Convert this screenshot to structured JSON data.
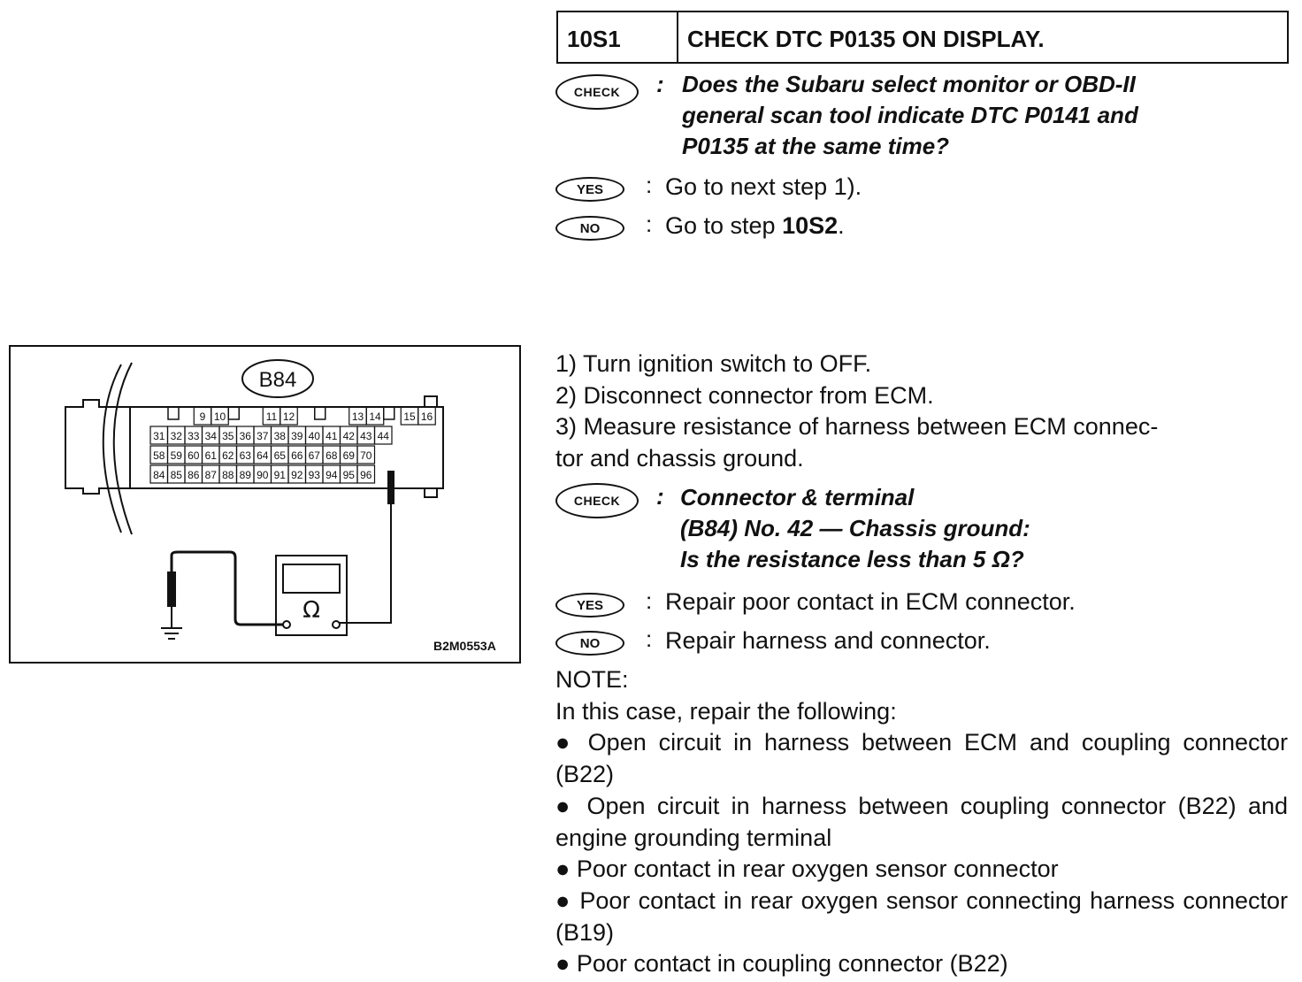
{
  "step": {
    "code": "10S1",
    "title": "CHECK DTC P0135 ON DISPLAY."
  },
  "badges": {
    "check": "CHECK",
    "yes": "YES",
    "no": "NO"
  },
  "first_check": {
    "question": "Does the Subaru select monitor or OBD-II general scan tool indicate DTC P0141 and P0135 at the same time?",
    "q_line1": "Does the Subaru select monitor or OBD-II",
    "q_line2": "general scan tool indicate DTC P0141 and",
    "q_line3": "P0135 at the same time?",
    "yes_text": "Go to next step 1).",
    "no_prefix": "Go to step ",
    "no_step": "10S2",
    "no_suffix": "."
  },
  "procedure": {
    "step1": "1) Turn ignition switch to OFF.",
    "step2": "2) Disconnect connector from ECM.",
    "step3": "3) Measure resistance of harness between ECM connector and chassis ground.",
    "step3_line1": "3) Measure resistance of harness between ECM connec-",
    "step3_line2": "tor and chassis ground."
  },
  "second_check": {
    "q_line1": "Connector & terminal",
    "q_line2": "(B84) No. 42 — Chassis ground:",
    "q_line3": "Is the resistance less than 5 Ω?",
    "yes_text": "Repair poor contact in ECM connector.",
    "no_text": "Repair harness and connector."
  },
  "note": {
    "label": "NOTE:",
    "intro": "In this case, repair the following:",
    "items": [
      "Open circuit in harness between ECM and coupling connector (B22)",
      "Open circuit in harness between coupling connector (B22) and engine grounding terminal",
      "Poor contact in rear oxygen sensor connector",
      "Poor contact in rear oxygen sensor connecting harness connector (B19)",
      "Poor contact in coupling connector (B22)"
    ]
  },
  "diagram": {
    "connector_label": "B84",
    "figure_code": "B2M0553A",
    "meter_symbol": "Ω",
    "top_row_pins": [
      "9",
      "10",
      "11",
      "12",
      "13",
      "14",
      "15",
      "16"
    ],
    "row2_pins": [
      "31",
      "32",
      "33",
      "34",
      "35",
      "36",
      "37",
      "38",
      "39",
      "40",
      "41",
      "42",
      "43",
      "44"
    ],
    "row3_pins": [
      "58",
      "59",
      "60",
      "61",
      "62",
      "63",
      "64",
      "65",
      "66",
      "67",
      "68",
      "69",
      "70"
    ],
    "row4_pins": [
      "84",
      "85",
      "86",
      "87",
      "88",
      "89",
      "90",
      "91",
      "92",
      "93",
      "94",
      "95",
      "96"
    ]
  }
}
